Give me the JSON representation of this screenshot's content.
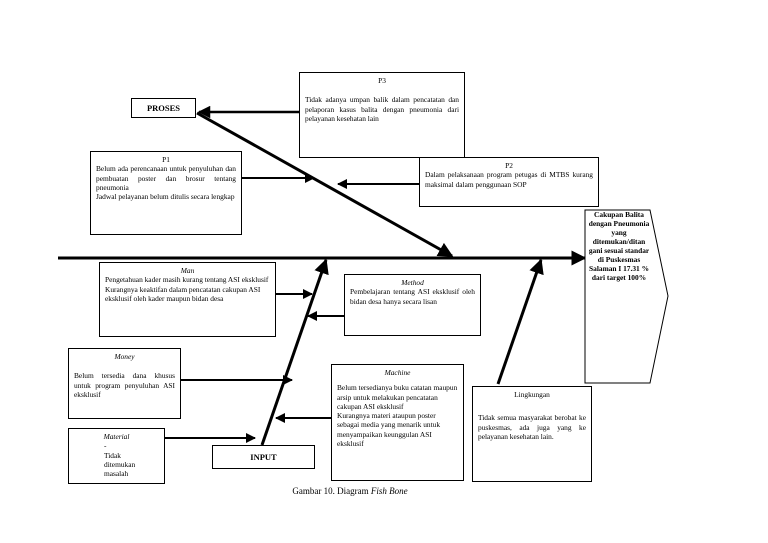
{
  "caption": {
    "prefix": "Gambar 10. Diagram ",
    "italic": "Fish Bone"
  },
  "labels": {
    "proses": "PROSES",
    "input": "INPUT"
  },
  "result": "Cakupan Balita dengan Pneumonia yang ditemukan/ditan gani sesuai standar di Puskesmas Salaman I 17.31 % dari target 100%",
  "p3": {
    "title": "P3",
    "text": "Tidak adanya umpan balik dalam pencatatan dan pelaporan kasus balita dengan pneumonia dari pelayanan kesehatan lain"
  },
  "p1": {
    "title": "P1",
    "line1": "Belum ada perencanaan untuk penyuluhan dan pembuatan poster dan brosur tentang pneumonia",
    "line2": "Jadwal pelayanan belum ditulis secara lengkap"
  },
  "p2": {
    "title": "P2",
    "text": "Dalam pelaksanaan program petugas di MTBS kurang maksimal dalam penggunaan SOP"
  },
  "man": {
    "title": "Man",
    "line1": "Pengetahuan kader masih kurang tentang ASI eksklusif",
    "line2": "Kurangnya keaktifan dalam pencatatan cakupan ASI eksklusif oleh kader maupun bidan desa"
  },
  "method": {
    "title": "Method",
    "text": "Pembelajaran tentang ASI eksklusif oleh bidan desa hanya secara lisan"
  },
  "money": {
    "title": "Money",
    "text": "Belum tersedia dana khusus untuk program penyuluhan ASI eksklusif"
  },
  "machine": {
    "title": "Machine",
    "line1": "Belum tersedianya buku catatan maupun arsip untuk melakukan pencatatan cakupan ASI eksklusif",
    "line2": "Kurangnya materi ataupun poster sebagai media yang menarik untuk menyampaikan keunggulan ASI eksklusif"
  },
  "material": {
    "title": "Material",
    "dash": "-",
    "text": "Tidak ditemukan masalah"
  },
  "lingkungan": {
    "title": "Lingkungan",
    "text": "Tidak semua masyarakat berobat ke puskesmas, ada juga yang ke pelayanan kesehatan lain."
  }
}
